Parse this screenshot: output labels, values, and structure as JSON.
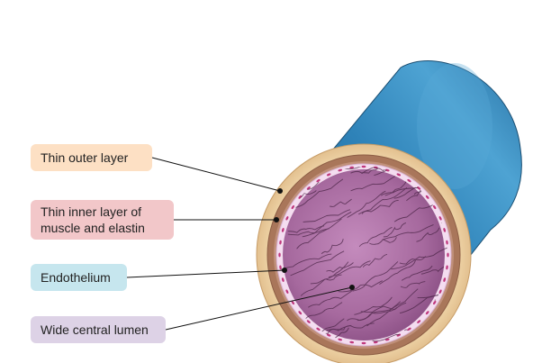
{
  "labels": [
    {
      "key": "outer",
      "line1": "Thin outer layer",
      "line2": ""
    },
    {
      "key": "muscle",
      "line1": "Thin inner layer of",
      "line2": "muscle and elastin"
    },
    {
      "key": "endo",
      "line1": "Endothelium",
      "line2": ""
    },
    {
      "key": "lumen",
      "line1": "Wide central lumen",
      "line2": ""
    }
  ],
  "colors": {
    "outer_label_bg": "#fde0c4",
    "muscle_label_bg": "#f2c7c9",
    "endo_label_bg": "#c6e6ee",
    "lumen_label_bg": "#ddd2e6",
    "tube_outer": "#2e7fb5",
    "tube_highlight": "#5aa9d6",
    "adventitia": "#e8c796",
    "muscle_layer": "#a9765a",
    "endothelium": "#f3dcef",
    "lumen": "#b27aa8",
    "lumen_dark": "#8c4d86",
    "leader_line": "#111111"
  },
  "icons": {
    "vessel": "blood-vessel-cross-section-icon"
  }
}
